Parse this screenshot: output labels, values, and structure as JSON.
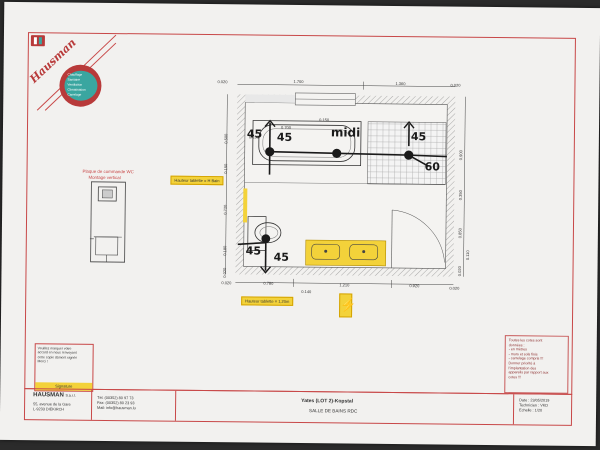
{
  "company": {
    "logo_text": "Hausman",
    "services": [
      "Chauffage",
      "Sanitaire",
      "Ventilation",
      "Climatisation",
      "Carrelage"
    ],
    "name": "HAUSMAN",
    "suffix": "S.à.r.l.",
    "address1": "55, avenue de la Gare",
    "address2": "L-9233 DIEKIRCH",
    "tel": "Tél. (00352) 80 97 73",
    "fax": "Fax: (00352) 80 23 93",
    "email": "Mail: info@hausman.lu"
  },
  "plaque": {
    "line1": "Plaque de commande WC",
    "line2": "Montage vertical"
  },
  "labels": {
    "hauteur_h": "Hauteur tablette = H Bain",
    "hauteur_120": "Hauteur tablette = 1,20m"
  },
  "dimensions": {
    "top": [
      "0.020",
      "1.700",
      "1.360",
      "0.020"
    ],
    "bottom": [
      "0.020",
      "0.780",
      "1.210",
      "0.920",
      "0.020"
    ],
    "bottom_sub": "0.140",
    "left": [
      "0.500",
      "0.150",
      "0.720",
      "0.180",
      "0.020"
    ],
    "right": [
      "0.900",
      "0.350",
      "0.850",
      "0.110",
      "0.020"
    ],
    "inner": [
      "0.150",
      "0.700",
      "0.150"
    ]
  },
  "handwritten": [
    "45",
    "45",
    "45",
    "midi",
    "60",
    "45",
    "45"
  ],
  "signature_box": {
    "text": [
      "Veuillez marquer votre",
      "accord en nous renvoyant",
      "cette copie dûment signée",
      "Merci !"
    ],
    "label": "Signature"
  },
  "title_block": {
    "project": "Yates (LOT 2)-Kopstal",
    "room": "SALLE DE BAINS RDC",
    "date": "Date : 23/05/2019",
    "technician": "Technicien : VKD",
    "scale": "Echelle : 1/20"
  },
  "notes": [
    "Toutes les cotes sont",
    "données :",
    "- en mètres",
    "- murs et sols finis",
    "- carrelage compris !!!",
    "Donner priorité à",
    "l'implantation des",
    "appareils par rapport aux",
    "cotes !!!"
  ],
  "colors": {
    "border": "#c84848",
    "yellow": "#f3d23a",
    "ink": "#1a1a1a",
    "logo_red": "#b83a3a",
    "logo_teal": "#3aa6a0"
  }
}
